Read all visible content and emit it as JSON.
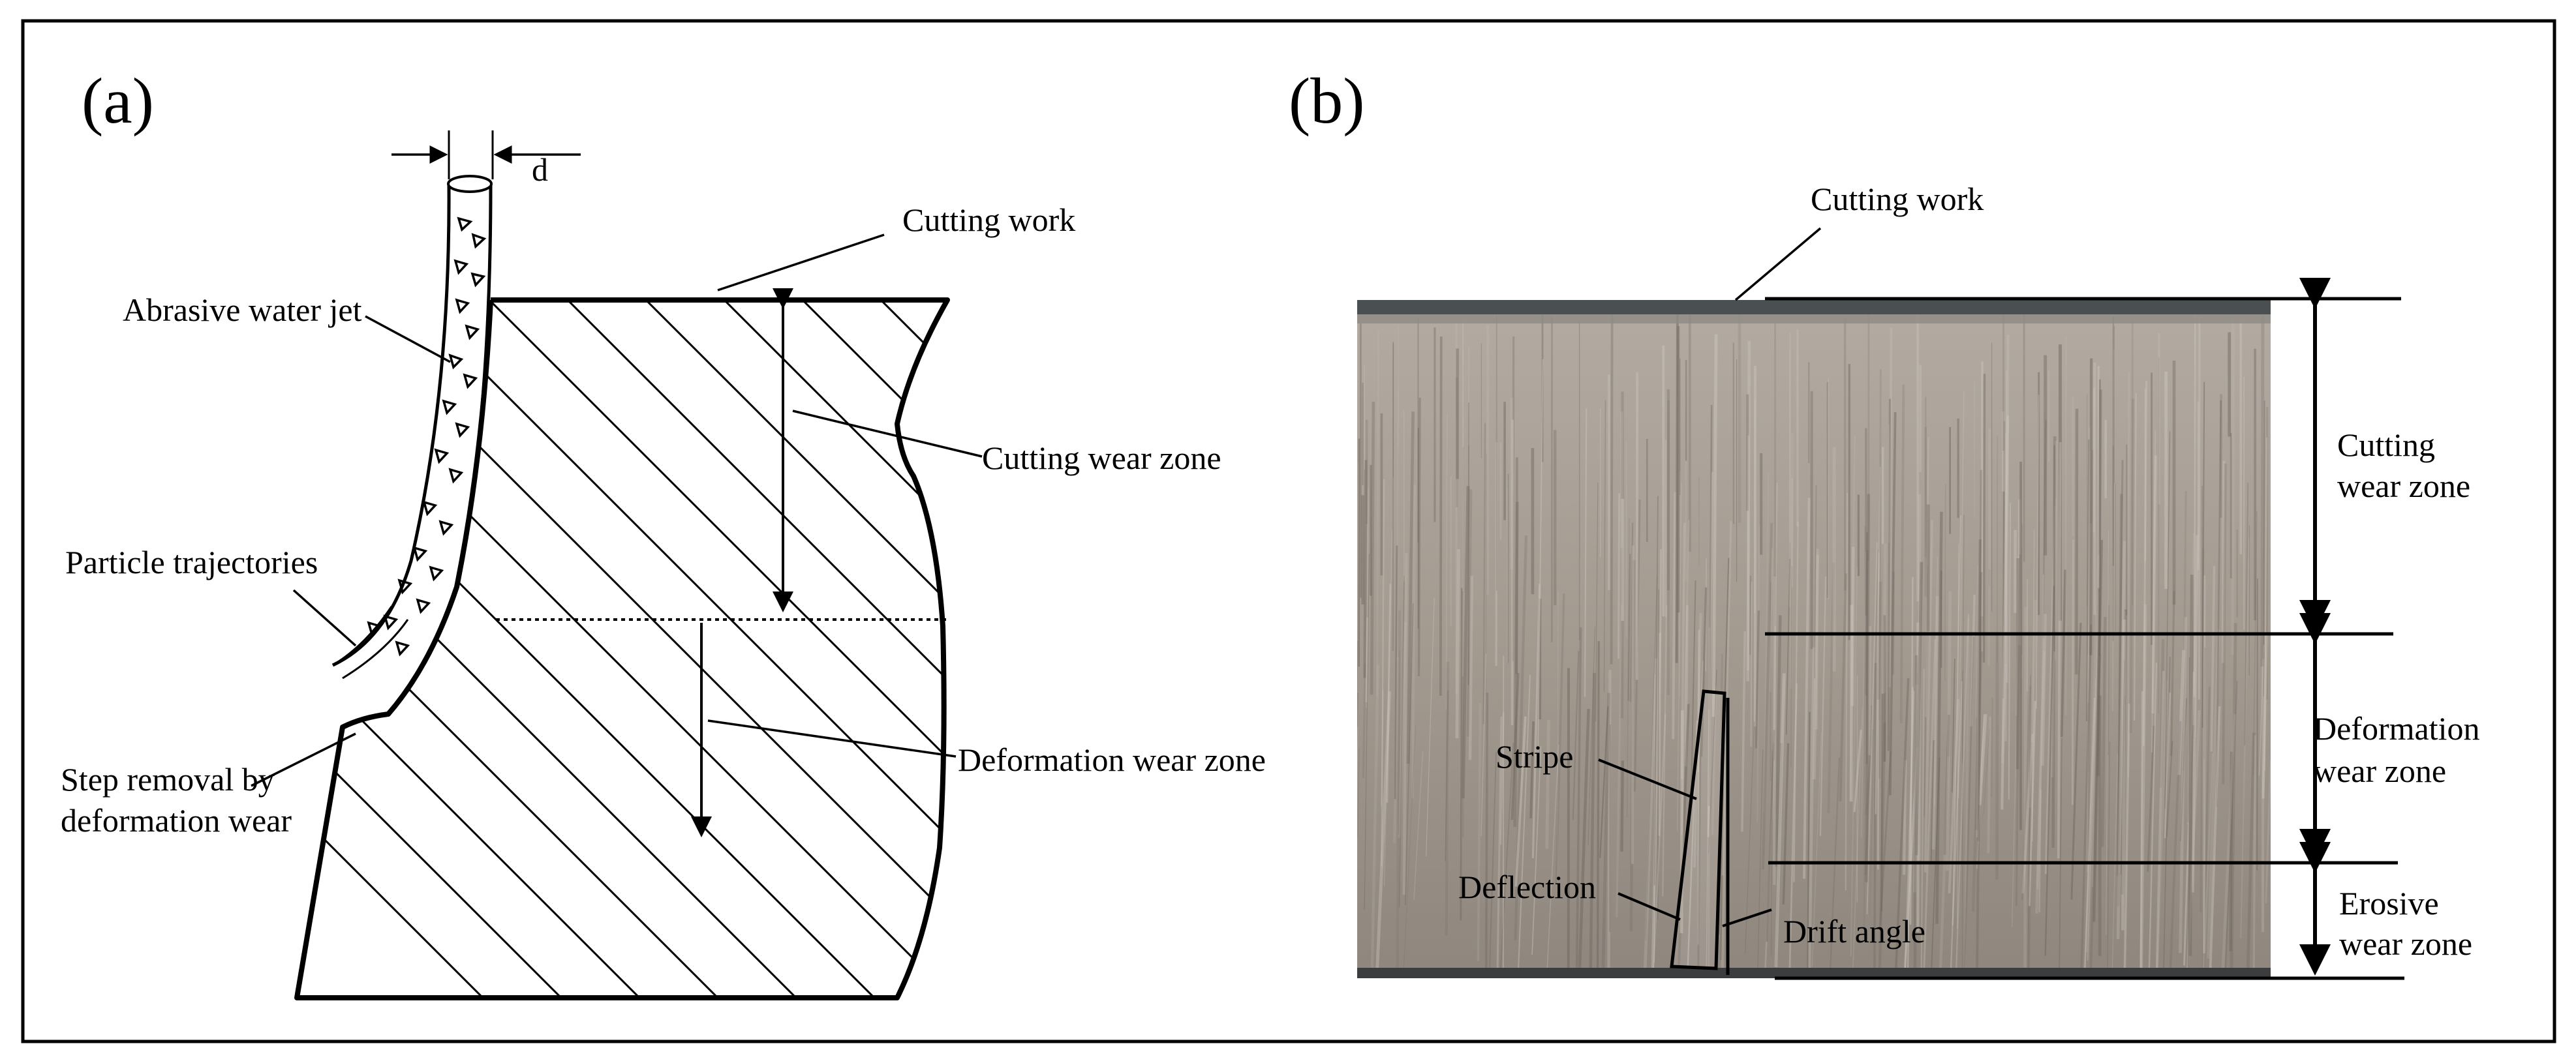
{
  "panel_a": {
    "panel_label": "(a)",
    "dimension_label": "d",
    "labels": {
      "cutting_work": "Cutting work",
      "abrasive_water_jet": "Abrasive water jet",
      "cutting_wear_zone": "Cutting wear zone",
      "particle_trajectories": "Particle trajectories",
      "deformation_wear_zone": "Deformation wear zone",
      "step_removal_line1": "Step removal by",
      "step_removal_line2": "deformation wear"
    }
  },
  "panel_b": {
    "panel_label": "(b)",
    "labels": {
      "cutting_work": "Cutting work",
      "cutting_wear_zone_line1": "Cutting",
      "cutting_wear_zone_line2": "wear zone",
      "deformation_wear_zone_line1": "Deformation",
      "deformation_wear_zone_line2": "wear zone",
      "erosive_wear_zone_line1": "Erosive",
      "erosive_wear_zone_line2": "wear zone",
      "stripe": "Stripe",
      "deflection": "Deflection",
      "drift_angle": "Drift angle"
    },
    "photo_colors": {
      "surface": "#a79d92",
      "light": "#cdc6bd",
      "dark": "#6d655d",
      "edge": "#3f4446"
    }
  }
}
